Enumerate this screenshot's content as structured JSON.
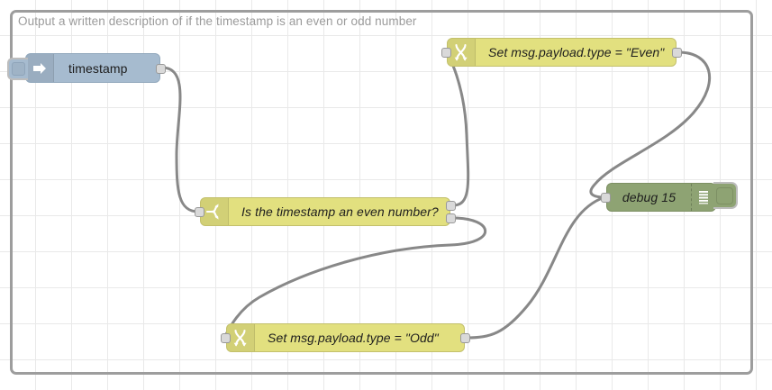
{
  "editor": {
    "group_description": "Output a written description of if the timestamp is an even or odd number"
  },
  "nodes": [
    {
      "id": "inject",
      "label": "timestamp",
      "type": "inject",
      "icon": "arrow-right-icon",
      "color": "#a6bbcf",
      "inputs": 0,
      "outputs": 1
    },
    {
      "id": "switch",
      "label": "Is the timestamp an even number?",
      "type": "switch",
      "icon": "fork-branch-icon",
      "color": "#e2e07f",
      "inputs": 1,
      "outputs": 2
    },
    {
      "id": "even",
      "label": "Set msg.payload.type = \"Even\"",
      "type": "change",
      "icon": "swap-arrows-icon",
      "color": "#e2e07f",
      "inputs": 1,
      "outputs": 1
    },
    {
      "id": "odd",
      "label": "Set msg.payload.type = \"Odd\"",
      "type": "change",
      "icon": "swap-arrows-icon",
      "color": "#e2e07f",
      "inputs": 1,
      "outputs": 1
    },
    {
      "id": "debug",
      "label": "debug 15",
      "type": "debug",
      "icon": "debug-lines-icon",
      "color": "#8ea373",
      "inputs": 1,
      "outputs": 0
    }
  ],
  "wires": [
    {
      "from": "inject",
      "from_port": 0,
      "to": "switch",
      "to_port": 0
    },
    {
      "from": "switch",
      "from_port": 0,
      "to": "even",
      "to_port": 0
    },
    {
      "from": "switch",
      "from_port": 1,
      "to": "odd",
      "to_port": 0
    },
    {
      "from": "even",
      "from_port": 0,
      "to": "debug",
      "to_port": 0
    },
    {
      "from": "odd",
      "from_port": 0,
      "to": "debug",
      "to_port": 0
    }
  ],
  "colors": {
    "wire": "#888888",
    "grid": "#e9e9e9",
    "group_border": "#9d9d9d",
    "group_label": "#9b9b9b",
    "inject": "#a6bbcf",
    "function_yellow": "#e2e07f",
    "debug_green": "#8ea373"
  }
}
